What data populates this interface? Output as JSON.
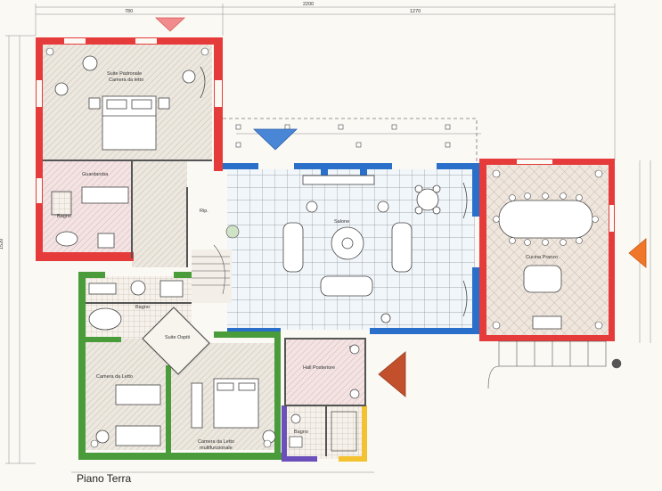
{
  "plan": {
    "title": "Piano Terra",
    "rooms": [
      {
        "id": "suite-padronale",
        "name": "Suite Padronale",
        "sub": "Camera da letto"
      },
      {
        "id": "guardaroba",
        "name": "Guardaroba",
        "sub": ""
      },
      {
        "id": "bagno-padronale",
        "name": "Bagno",
        "sub": ""
      },
      {
        "id": "bagno-ospiti",
        "name": "Bagno",
        "sub": ""
      },
      {
        "id": "suite-ospiti",
        "name": "Suite Ospiti",
        "sub": ""
      },
      {
        "id": "camera-letto",
        "name": "Camera da Letto",
        "sub": ""
      },
      {
        "id": "camera-multifunzionale",
        "name": "Camera da Letto",
        "sub": "multifunzionale"
      },
      {
        "id": "salone",
        "name": "Salone",
        "sub": ""
      },
      {
        "id": "hall-posteriore",
        "name": "Hall Posteriore",
        "sub": ""
      },
      {
        "id": "bagno-hall",
        "name": "Bagno",
        "sub": ""
      },
      {
        "id": "cucina",
        "name": "Cucina Pranzo",
        "sub": ""
      }
    ],
    "small_labels": {
      "rip1": "Rip.",
      "rip2": "Rip."
    },
    "dims": {
      "top_total": "2200",
      "top_left": "780",
      "top_mid": "1270",
      "left_total": "1520"
    },
    "colors": {
      "red": "#e63b3b",
      "blue": "#2a6fc9",
      "green": "#4a9b3a",
      "orange": "#f07a28",
      "purple": "#6b4fbb",
      "yellow": "#f2c230",
      "arrow_pink": "#f28b8b",
      "arrow_blue": "#4a86d6",
      "arrow_orange": "#f0762a",
      "arrow_brown": "#c2502d"
    }
  }
}
